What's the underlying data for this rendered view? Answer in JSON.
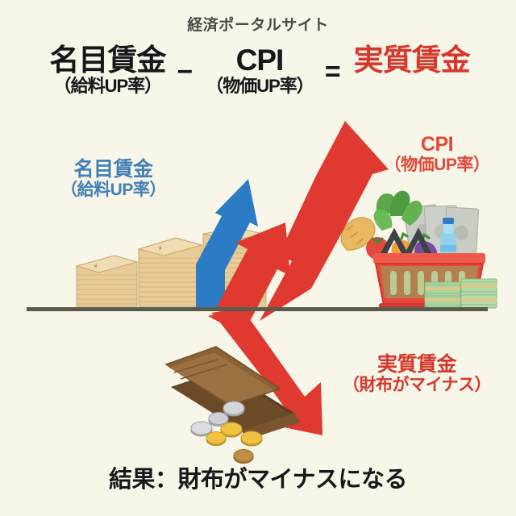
{
  "poster": {
    "background_color": "#f8f5e9",
    "site_title": "経済ポータルサイト"
  },
  "equation": {
    "terms": [
      {
        "main": "名目賃金",
        "sub": "（給料UP率）",
        "color": "#17171a"
      },
      {
        "main": "CPI",
        "sub": "（物価UP率）",
        "color": "#17171a"
      },
      {
        "main": "実質賃金",
        "sub": "",
        "color": "#d6392c"
      }
    ],
    "operator_minus": "−",
    "operator_equals": "="
  },
  "labels": {
    "nominal": {
      "line1": "名目賃金",
      "line2": "（給料UP率）",
      "color": "#3f80b8"
    },
    "cpi": {
      "line1": "CPI",
      "line2": "（物価UP率）",
      "color": "#e0483a"
    },
    "real": {
      "line1": "実質賃金",
      "line2": "（財布がマイナス）",
      "color": "#d6392c"
    }
  },
  "conclusion": {
    "text": "結果：財布がマイナスになる",
    "color": "#17171a"
  },
  "artwork": {
    "ground_line_color": "#5b5a4e",
    "arrows": [
      {
        "name": "blue-up-arrow",
        "meaning": "名目賃金の上昇",
        "color": "#2b7cc4"
      },
      {
        "name": "red-up-arrow",
        "meaning": "CPI（物価）の上昇",
        "color": "#e03a30"
      },
      {
        "name": "red-down-arrow",
        "meaning": "実質賃金の下落",
        "color": "#e03a30"
      }
    ],
    "money_stacks": {
      "name": "banknote-stacks",
      "count": 3,
      "color": "#e4c894"
    },
    "basket": {
      "name": "shopping-basket",
      "color": "#e8453c"
    },
    "wallet": {
      "name": "open-wallet-with-coins",
      "color": "#8a6236"
    },
    "cash_bundles": {
      "name": "cash-bundles",
      "color": "#a8d4a0"
    }
  }
}
